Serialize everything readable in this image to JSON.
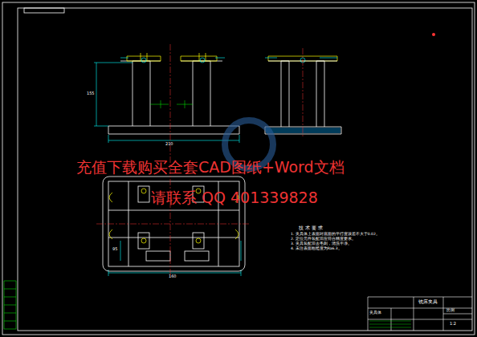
{
  "diagram": {
    "labels": [
      "充值下载购买全套CAD图纸+Word文档",
      "请联系 QQ 401339828",
      "技 术 要 求",
      "1. 夹具体上表面对底面的平行度误差不大于0.02。",
      "2. 定位元件装配后应符合精度要求。",
      "3. 夹具装配后去毛刺，清洗干净。",
      "4. 未注表面粗糙度为Ra6.3。",
      "210",
      "155",
      "160",
      "95",
      "铣床夹具",
      "夹具体",
      "比例",
      "1:2"
    ]
  }
}
